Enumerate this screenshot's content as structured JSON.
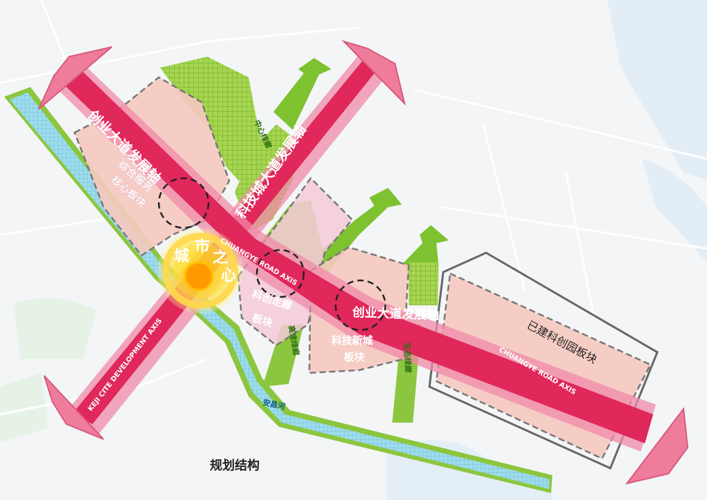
{
  "title": "规划结构",
  "axes": {
    "chuangye_main": "创业大道发展轴",
    "keji_main": "科技城大道发展轴",
    "chuangye_center": "创业大道发展轴",
    "chuangye_en_1": "CHUANGYE ROAD AXIS",
    "chuangye_en_2": "CHUANGYE ROAD AXIS",
    "keji_en": "KEJI CITE DEVELOPMENT AXIS"
  },
  "zones": {
    "service_core_1": "综合服务",
    "service_core_2": "核心板块",
    "kechuang_corridor_1": "科创走廊",
    "kechuang_corridor_2": "板块",
    "tech_new_city_1": "科技新城",
    "tech_new_city_2": "板块",
    "built_park": "已建科创园板块"
  },
  "corridors": {
    "central": "中心绿廊",
    "highway": "高速绿廊",
    "ecological": "生态绿廊"
  },
  "river": "安昌河",
  "city_heart": [
    "城",
    "市",
    "之",
    "心"
  ],
  "colors": {
    "axis_red": "#e0285a",
    "axis_halo": "#f08aa8",
    "green": "#8cc63f",
    "river": "#8fd6ea",
    "zone_fill": "#f6c9c0",
    "heart": "#f5c400"
  }
}
